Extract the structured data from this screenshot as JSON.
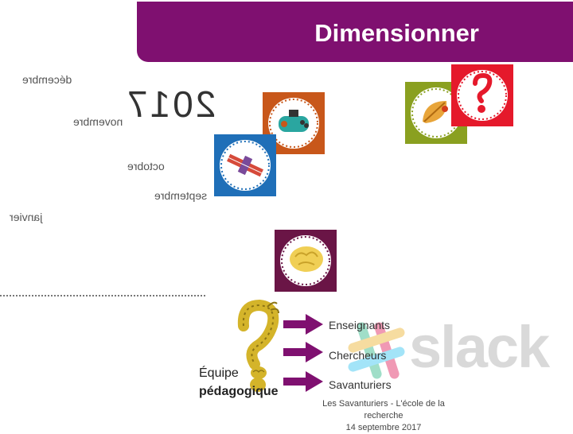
{
  "header": {
    "title": "Dimensionner"
  },
  "timeline": {
    "year": "2017",
    "months": {
      "decembre": "décembre",
      "novembre": "novembre",
      "octobre": "octobre",
      "septembre": "septembre",
      "janvier": "janvier"
    }
  },
  "team": {
    "label_line1": "Équipe",
    "label_line2": "pédagogique",
    "roles": [
      "Enseignants",
      "Chercheurs",
      "Savanturiers"
    ]
  },
  "slack": {
    "wordmark": "slack"
  },
  "footer": {
    "line1": "Les Savanturiers - L'école de la recherche",
    "line2": "14 septembre 2017"
  },
  "colors": {
    "brand": "#7f1070",
    "badge_orange": "#c8571a",
    "badge_green": "#8aa020",
    "badge_red": "#e5192b",
    "badge_blue": "#1f6fb8",
    "badge_plum": "#6a1546",
    "arrow": "#7f1070"
  },
  "icons": [
    "game-controller-icon",
    "leaf-icon",
    "question-mark-icon",
    "satellite-icon",
    "brain-icon",
    "slack-icon",
    "mascot-icon"
  ]
}
